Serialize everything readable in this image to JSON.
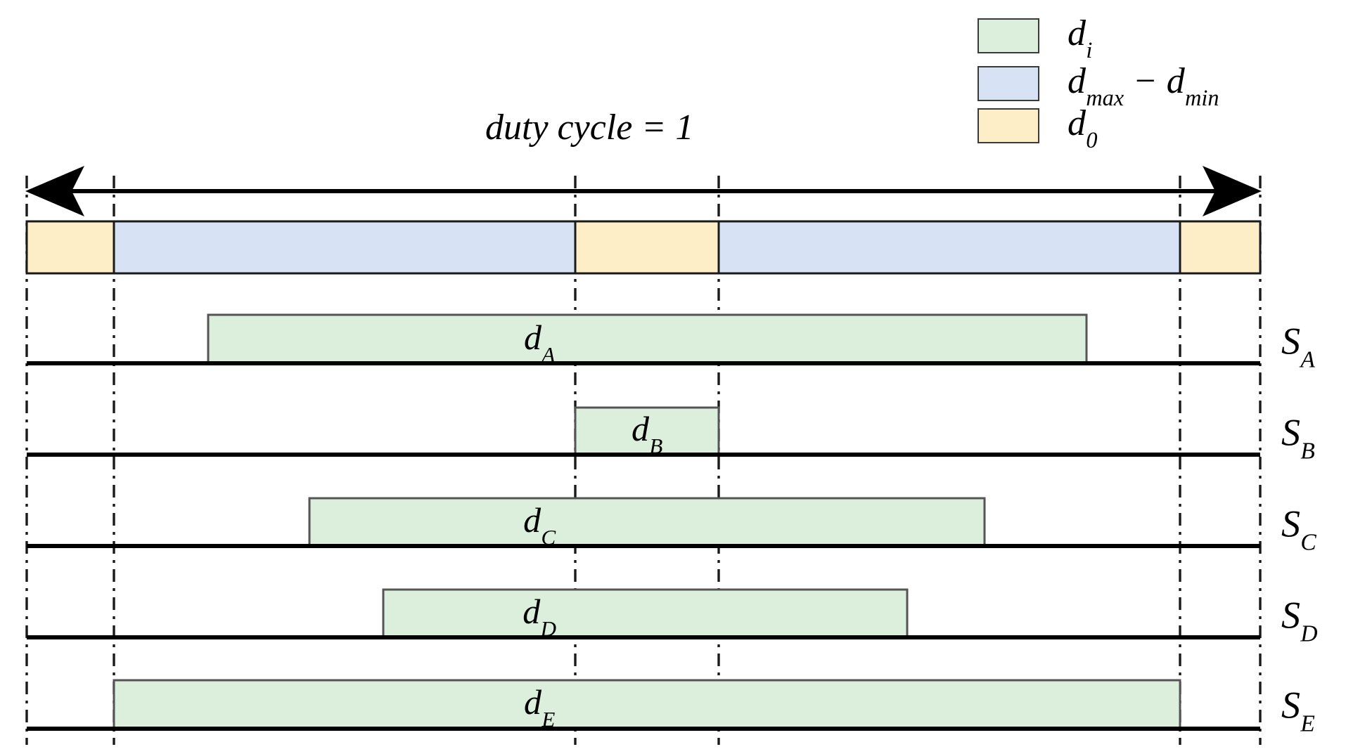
{
  "figure": {
    "type": "timing-diagram",
    "title_annotation": "duty cycle = 1",
    "background": "#ffffff"
  },
  "colors": {
    "green_fill": "#dceedc",
    "blue_fill": "#d7e3f4",
    "yellow_fill": "#fdeec8",
    "stroke": "#3a3a3a",
    "axis": "#000000"
  },
  "legend": {
    "position": "top-right",
    "items": [
      {
        "swatch_color": "#dceedc",
        "symbol": "d",
        "subscript": "i",
        "label": "d_i"
      },
      {
        "swatch_color": "#d7e3f4",
        "symbol": "d",
        "subscript": "max - min",
        "label": "d_max − d_min"
      },
      {
        "swatch_color": "#fdeec8",
        "symbol": "d",
        "subscript": "0",
        "label": "d_0"
      }
    ]
  },
  "duty_cycle": {
    "label_prefix": "duty cycle",
    "equals": "=",
    "value": "1",
    "full_text": "duty cycle = 1",
    "arrow": "double-headed",
    "span_start": 0.0,
    "span_end": 1.0
  },
  "composition_bar": {
    "name": "duty-composition-bar",
    "segments": [
      {
        "kind": "d0",
        "color": "#fdeec8",
        "start": 0.0,
        "end": 0.0707
      },
      {
        "kind": "dmax-dmin",
        "color": "#d7e3f4",
        "start": 0.0707,
        "end": 0.4447
      },
      {
        "kind": "d0",
        "color": "#fdeec8",
        "start": 0.4447,
        "end": 0.561
      },
      {
        "kind": "dmax-dmin",
        "color": "#d7e3f4",
        "start": 0.561,
        "end": 0.935
      },
      {
        "kind": "d0",
        "color": "#fdeec8",
        "start": 0.935,
        "end": 1.0
      }
    ]
  },
  "guide_lines": {
    "style": "dash-dot",
    "positions": [
      0.0,
      0.0707,
      0.4447,
      0.561,
      0.935,
      1.0
    ]
  },
  "signals": [
    {
      "name": "S_A",
      "axis_label": "S",
      "axis_sub": "A",
      "pulse_label": "d",
      "pulse_sub": "A",
      "start": 0.1471,
      "end": 0.8592
    },
    {
      "name": "S_B",
      "axis_label": "S",
      "axis_sub": "B",
      "pulse_label": "d",
      "pulse_sub": "B",
      "start": 0.4447,
      "end": 0.561
    },
    {
      "name": "S_C",
      "axis_label": "S",
      "axis_sub": "C",
      "pulse_label": "d",
      "pulse_sub": "C",
      "start": 0.2292,
      "end": 0.7764
    },
    {
      "name": "S_D",
      "axis_label": "S",
      "axis_sub": "D",
      "pulse_label": "d",
      "pulse_sub": "D",
      "start": 0.289,
      "end": 0.7136
    },
    {
      "name": "S_E",
      "axis_label": "S",
      "axis_sub": "E",
      "pulse_label": "d",
      "pulse_sub": "E",
      "start": 0.0707,
      "end": 0.935
    }
  ]
}
